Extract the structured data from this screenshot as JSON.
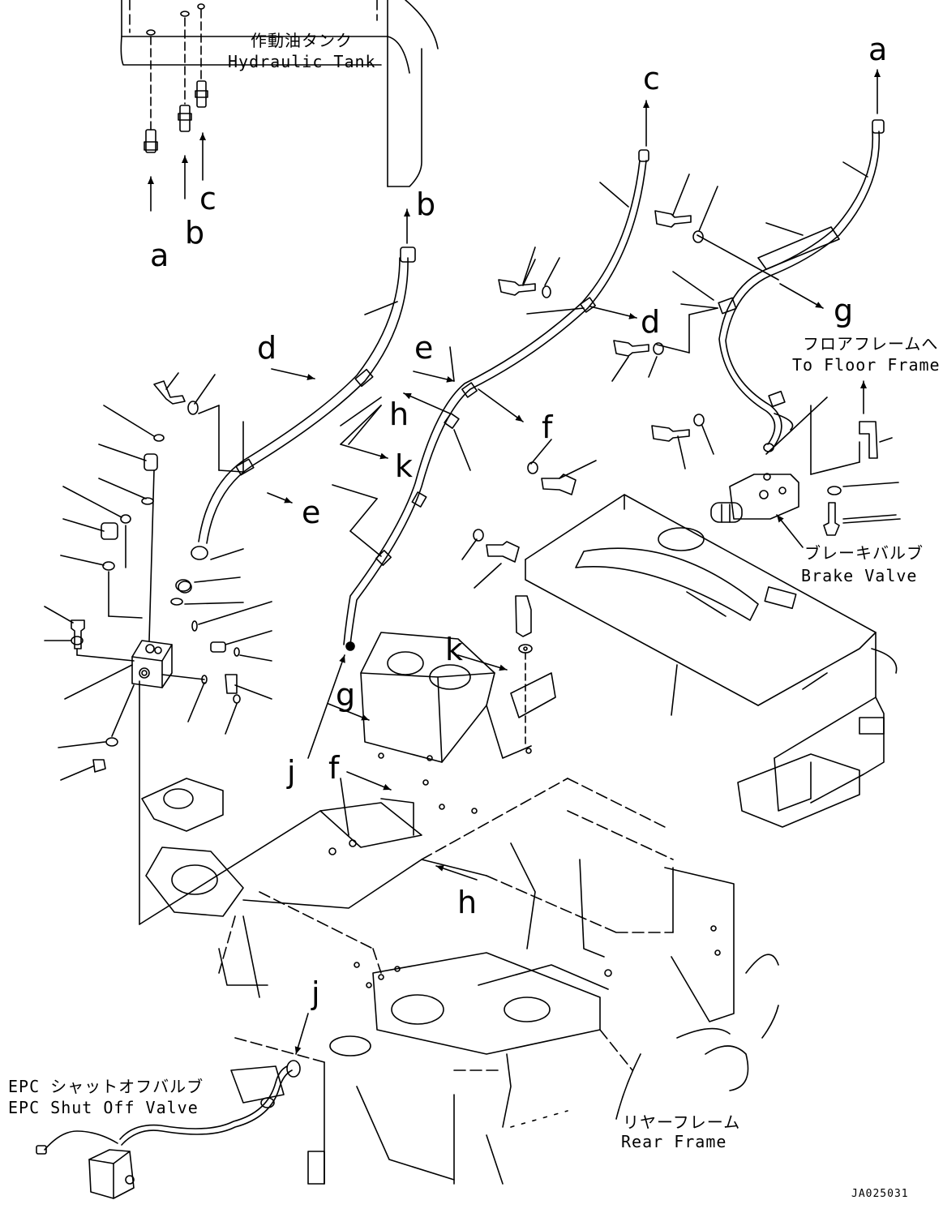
{
  "callouts": {
    "tank_ja": "作動油タンク",
    "tank_en": "Hydraulic Tank",
    "floor_ja": "フロアフレームへ",
    "floor_en": "To Floor Frame",
    "brake_ja": "ブレーキバルブ",
    "brake_en": "Brake Valve",
    "epc_ja": "EPC シャットオフバルブ",
    "epc_en": "EPC Shut Off Valve",
    "rear_ja": "リヤーフレーム",
    "rear_en": "Rear Frame"
  },
  "letters": {
    "a": "a",
    "b": "b",
    "c": "c",
    "d": "d",
    "e": "e",
    "f": "f",
    "g": "g",
    "h": "h",
    "j": "j",
    "k": "k"
  },
  "drawing_code": "JA025031"
}
